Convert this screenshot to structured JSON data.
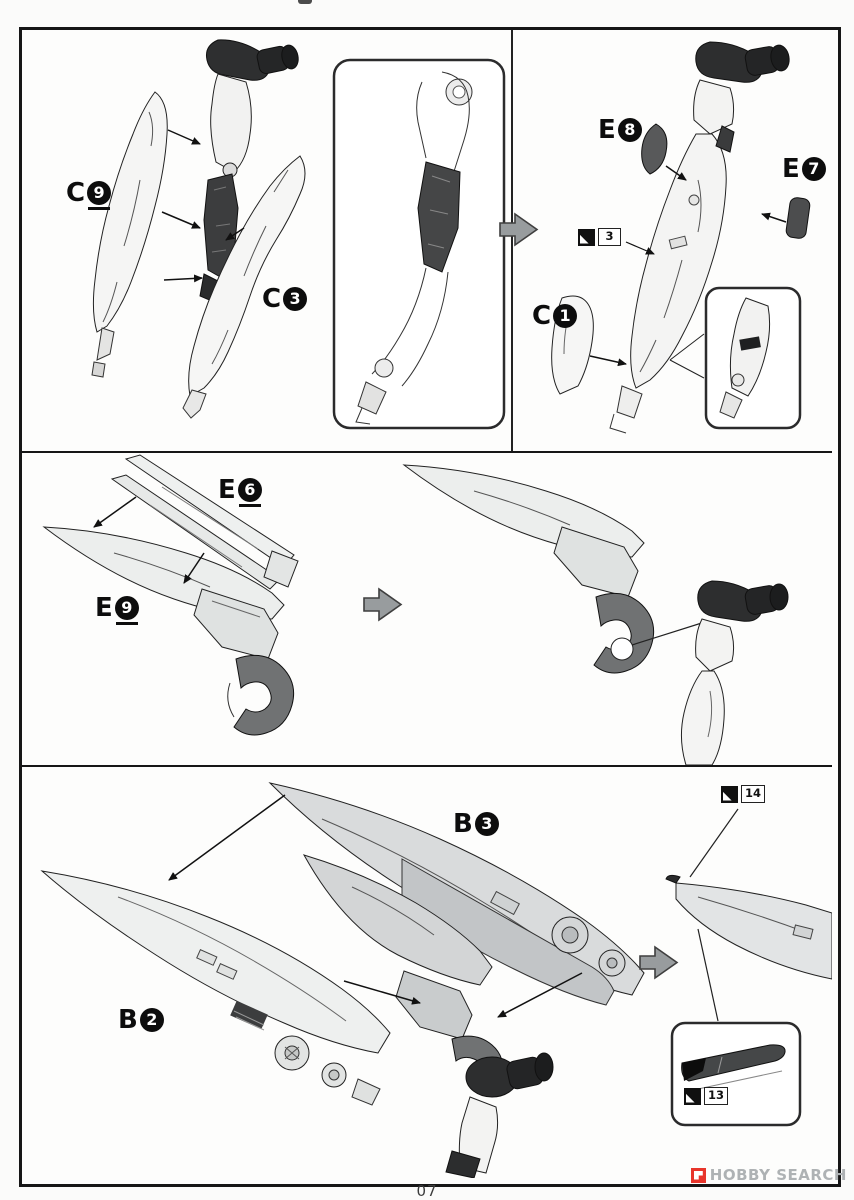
{
  "page": {
    "number": "07"
  },
  "watermark": {
    "text": "HOBBY SEARCH",
    "accent_color": "#e8352b",
    "text_color": "#aeb2b4"
  },
  "step1": {
    "part_c9": {
      "prefix": "C",
      "num": "9"
    },
    "part_c3": {
      "prefix": "C",
      "num": "3"
    },
    "part_e8": {
      "prefix": "E",
      "num": "8"
    },
    "part_e7": {
      "prefix": "E",
      "num": "7"
    },
    "part_c1": {
      "prefix": "C",
      "num": "1"
    },
    "sticker_3": "3"
  },
  "step2": {
    "part_e6": {
      "prefix": "E",
      "num": "6"
    },
    "part_e9": {
      "prefix": "E",
      "num": "9"
    }
  },
  "step3": {
    "part_b3": {
      "prefix": "B",
      "num": "3"
    },
    "part_b2": {
      "prefix": "B",
      "num": "2"
    },
    "sticker_14": "14",
    "sticker_13": "13"
  }
}
